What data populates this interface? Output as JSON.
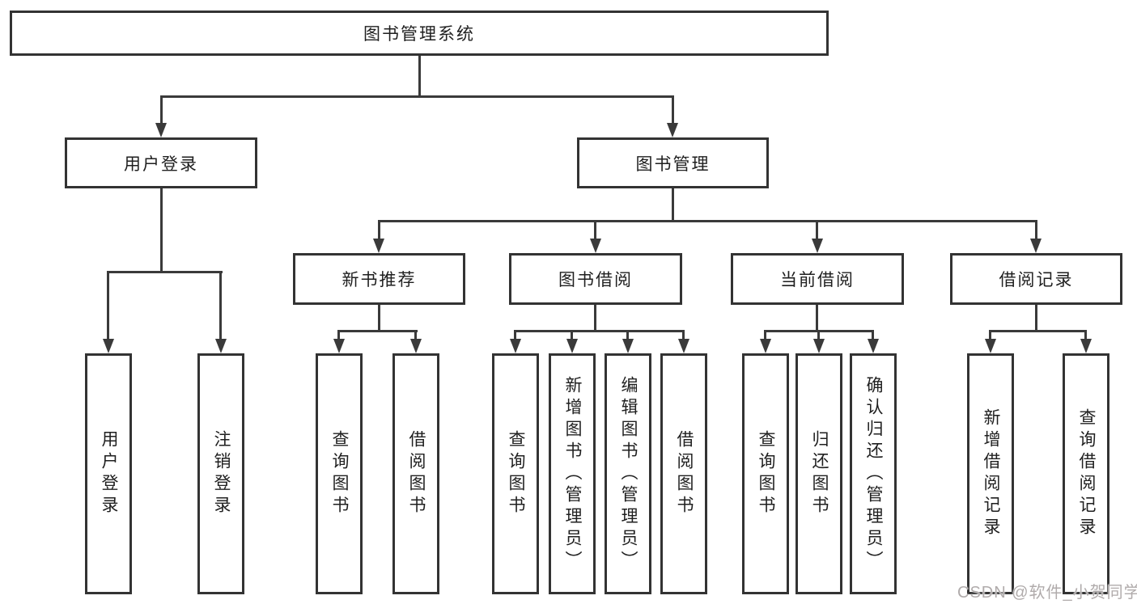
{
  "colors": {
    "line": "#3a3a3a",
    "box_border": "#333333",
    "text": "#1f1f1f",
    "watermark": "#b0abab",
    "background": "#ffffff"
  },
  "diagram": {
    "title": "图书管理系统",
    "level2": {
      "user_login": "用户登录",
      "book_management": "图书管理"
    },
    "user_login_children": {
      "login": "用户登录",
      "logout": "注销登录"
    },
    "book_management_children": {
      "new_book_rec": "新书推荐",
      "book_borrow": "图书借阅",
      "current_borrow": "当前借阅",
      "borrow_records": "借阅记录"
    },
    "new_book_rec_children": {
      "query_books": "查询图书",
      "borrow_books": "借阅图书"
    },
    "book_borrow_children": {
      "query_books": "查询图书",
      "add_books": "新增图书（管理员）",
      "edit_books": "编辑图书（管理员）",
      "borrow_books": "借阅图书"
    },
    "current_borrow_children": {
      "query_books": "查询图书",
      "return_books": "归还图书",
      "confirm_return": "确认归还（管理员）"
    },
    "borrow_records_children": {
      "add_record": "新增借阅记录",
      "query_record": "查询借阅记录"
    }
  },
  "watermark": {
    "text": "CSDN @软件_小贺同学"
  }
}
